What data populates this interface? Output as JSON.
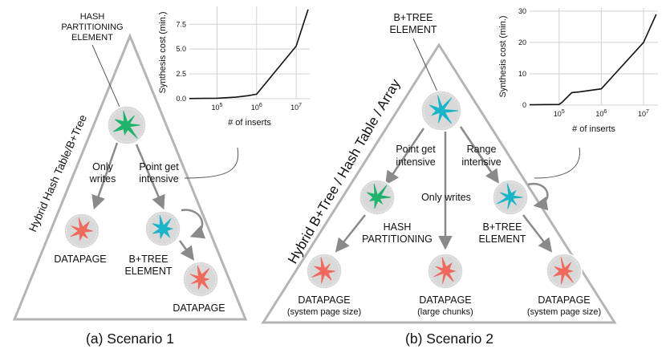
{
  "scenario1": {
    "caption": "(a) Scenario 1",
    "side_label": "Hybrid Hash Table/B+Tree",
    "root_label": [
      "HASH",
      "PARTITIONING",
      "ELEMENT"
    ],
    "edge_only_writes": [
      "Only",
      "writes"
    ],
    "edge_point_get": [
      "Point get",
      "intensive"
    ],
    "leaf_datapage": "DATAPAGE",
    "mid_btree": [
      "B+TREE",
      "ELEMENT"
    ],
    "leaf_datapage2": "DATAPAGE"
  },
  "scenario2": {
    "caption": "(b) Scenario 2",
    "side_label": "Hybrid B+Tree / Hash Table / Array",
    "root_label": [
      "B+TREE",
      "ELEMENT"
    ],
    "edge_point_get": [
      "Point get",
      "intensive"
    ],
    "edge_range": [
      "Range",
      "intensive"
    ],
    "edge_only_writes": "Only writes",
    "mid_hash": [
      "HASH",
      "PARTITIONING"
    ],
    "mid_btree": [
      "B+TREE",
      "ELEMENT"
    ],
    "leaf1": [
      "DATAPAGE",
      "(system page size)"
    ],
    "leaf2": [
      "DATAPAGE",
      "(large chunks)"
    ],
    "leaf3": [
      "DATAPAGE",
      "(system page size)"
    ]
  },
  "colors": {
    "green": "#1fb36b",
    "cyan": "#19b4c8",
    "salmon": "#ef6a5c",
    "node_bg": "#d9d9d9",
    "line": "#9a9a9a",
    "tri": "#b5b5b5"
  },
  "chart_data": [
    {
      "type": "line",
      "xlabel": "# of inserts",
      "ylabel": "Synthesis cost (min.)",
      "x_scale": "log",
      "xlim": [
        20000,
        22000000
      ],
      "ylim": [
        0,
        9.3
      ],
      "yticks": [
        0.0,
        2.5,
        5.0,
        7.5
      ],
      "ytick_labels": [
        "0.0",
        "2.5",
        "5.0",
        "7.5"
      ],
      "xticks": [
        100000,
        1000000,
        10000000
      ],
      "xtick_labels": [
        "10^5",
        "10^6",
        "10^7"
      ],
      "series": [
        {
          "x": [
            20000,
            100000,
            300000,
            600000,
            1000000,
            10000000,
            20000000
          ],
          "y": [
            0.02,
            0.05,
            0.15,
            0.3,
            0.45,
            5.3,
            9.0
          ]
        }
      ]
    },
    {
      "type": "line",
      "xlabel": "# of inserts",
      "ylabel": "Synthesis cost (min.)",
      "x_scale": "log",
      "xlim": [
        20000,
        22000000
      ],
      "ylim": [
        0,
        31
      ],
      "yticks": [
        0,
        10,
        20,
        30
      ],
      "ytick_labels": [
        "0",
        "10",
        "20",
        "30"
      ],
      "xticks": [
        100000,
        1000000,
        10000000
      ],
      "xtick_labels": [
        "10^5",
        "10^6",
        "10^7"
      ],
      "series": [
        {
          "x": [
            20000,
            100000,
            120000,
            200000,
            300000,
            1000000,
            10000000,
            20000000
          ],
          "y": [
            0.1,
            0.2,
            1.0,
            4.0,
            4.2,
            5.2,
            20.0,
            29.0
          ]
        }
      ]
    }
  ]
}
